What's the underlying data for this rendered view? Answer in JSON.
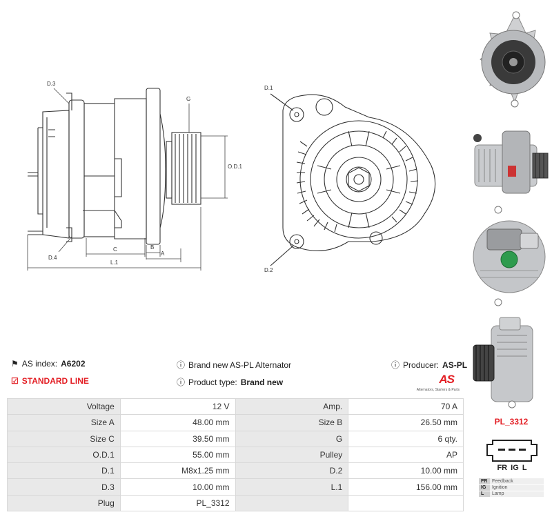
{
  "labels": {
    "d3": "D.3",
    "g": "G",
    "od1": "O.D.1",
    "d4": "D.4",
    "c": "C",
    "b": "B",
    "a": "A",
    "l1": "L.1",
    "d1": "D.1",
    "d2": "D.2"
  },
  "info": {
    "as_index_label": "AS index:",
    "as_index_value": "A6202",
    "standard_line": "STANDARD LINE",
    "brand_text": "Brand new AS-PL Alternator",
    "product_type_label": "Product type:",
    "product_type_value": "Brand new",
    "producer_label": "Producer:",
    "producer_value": "AS-PL"
  },
  "logo": {
    "text": "AS",
    "tagline": "Alternators, Starters & Parts"
  },
  "specs": [
    [
      "Voltage",
      "12 V",
      "Amp.",
      "70 A"
    ],
    [
      "Size A",
      "48.00 mm",
      "Size B",
      "26.50 mm"
    ],
    [
      "Size C",
      "39.50 mm",
      "G",
      "6 qty."
    ],
    [
      "O.D.1",
      "55.00 mm",
      "Pulley",
      "AP"
    ],
    [
      "D.1",
      "M8x1.25 mm",
      "D.2",
      "10.00 mm"
    ],
    [
      "D.3",
      "10.00 mm",
      "L.1",
      "156.00 mm"
    ],
    [
      "Plug",
      "PL_3312",
      "",
      ""
    ]
  ],
  "plug": {
    "title": "PL_3312",
    "pins": "FR IG L",
    "legend": [
      [
        "FR",
        "Feedback"
      ],
      [
        "IG",
        "Ignition"
      ],
      [
        "L",
        "Lamp"
      ]
    ]
  },
  "colors": {
    "accent": "#e31e24",
    "label_bg": "#e9e9e9",
    "border": "#d8d8d8"
  }
}
